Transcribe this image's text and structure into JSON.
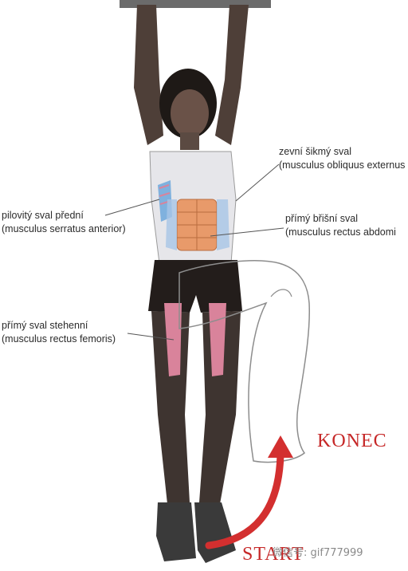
{
  "labels": {
    "obliques": {
      "name": "zevní šikmý sval",
      "latin": "(musculus obliquus externus"
    },
    "serratus": {
      "name": "pilovitý sval přední",
      "latin": "(musculus serratus anterior)"
    },
    "rectus_abdominis": {
      "name": "přímý břišní sval",
      "latin": "(musculus rectus abdomi"
    },
    "rectus_femoris": {
      "name": "přímý sval stehenní",
      "latin": "(musculus rectus femoris)"
    }
  },
  "phase": {
    "end": "KONEC",
    "start": "START"
  },
  "watermark": "微信号: gif777999",
  "colors": {
    "arrow": "#d32f2f",
    "muscle_highlight": "#d9839b",
    "abs": "#e89a6a",
    "serratus": "#7fb1de",
    "skin": "#5b4a42"
  }
}
